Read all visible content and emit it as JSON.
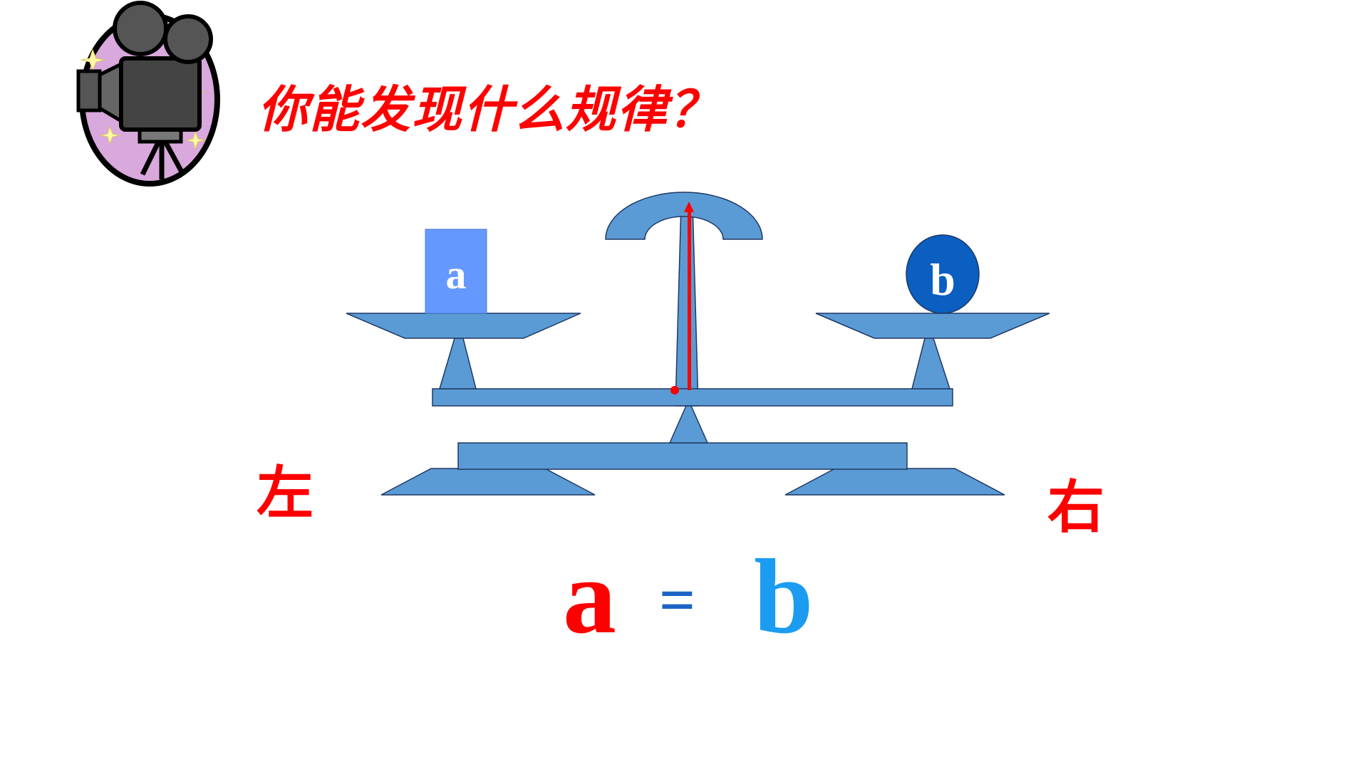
{
  "slide": {
    "title": "你能发现什么规律？",
    "left_label": "左",
    "right_label": "右"
  },
  "scale": {
    "left_weight_label": "a",
    "right_weight_label": "b",
    "state": "balanced"
  },
  "equation": {
    "left": "a",
    "operator": "=",
    "right": "b"
  },
  "colors": {
    "title": "#ff0000",
    "balance_fill": "#5b9bd5",
    "left_weight": "#6699ff",
    "right_weight": "#0a5fc0",
    "pointer": "#ff0000",
    "eq_left": "#ff0000",
    "eq_operator": "#1e63c6",
    "eq_right": "#1b9cf0"
  },
  "icons": {
    "camera": "movie-camera-icon"
  }
}
